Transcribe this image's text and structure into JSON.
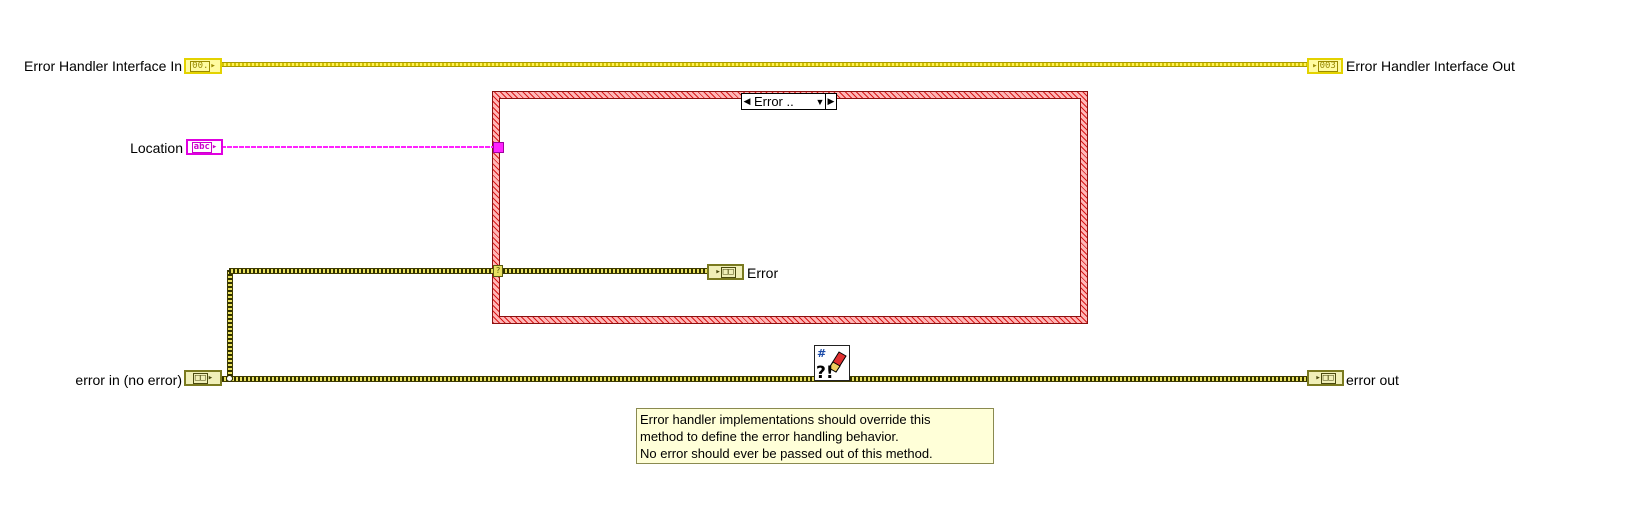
{
  "controls": {
    "handler_in_label": "Error Handler Interface In",
    "location_label": "Location",
    "error_in_label": "error in (no error)"
  },
  "indicators": {
    "handler_out_label": "Error Handler Interface Out",
    "error_out_label": "error out"
  },
  "terminal_text": {
    "class_in": "00.",
    "class_out": "003",
    "string": "abc"
  },
  "case_structure": {
    "selector_value": "Error .."
  },
  "inner": {
    "error_label": "Error"
  },
  "comment": {
    "lines": [
      "Error handler implementations should override this",
      "method to define the error handling behavior.",
      "No error should ever be passed out of this method."
    ]
  },
  "icon_names": {
    "method_node": "error-handler-method-icon"
  },
  "colors": {
    "class_wire": "#e3d200",
    "string_wire": "#ff22ff",
    "error_wire": "#7a7a20",
    "case_border": "#d81818"
  }
}
